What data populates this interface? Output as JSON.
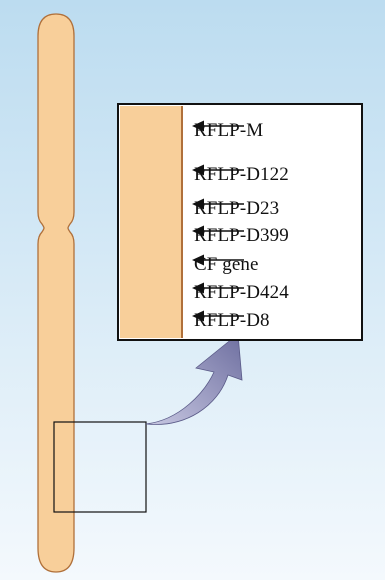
{
  "colors": {
    "background_top": "#bcdcf0",
    "background_bottom": "#f4f9fd",
    "chromosome_fill": "#f8cf9a",
    "chromosome_stroke": "#b0703a",
    "inset_fill": "#ffffff",
    "inset_border": "#111111",
    "inset_strip": "#f8cf9a",
    "inset_strip_edge": "#b0703a",
    "zoom_arrow_dark": "#6e6fa0",
    "zoom_arrow_light": "#c8c8e2"
  },
  "markers": [
    {
      "label": "RFLP-M"
    },
    {
      "label": "RFLP-D122"
    },
    {
      "label": "RFLP-D23"
    },
    {
      "label": "RFLP-D399"
    },
    {
      "label": "CF gene"
    },
    {
      "label": "RFLP-D424"
    },
    {
      "label": "RFLP-D8"
    }
  ]
}
